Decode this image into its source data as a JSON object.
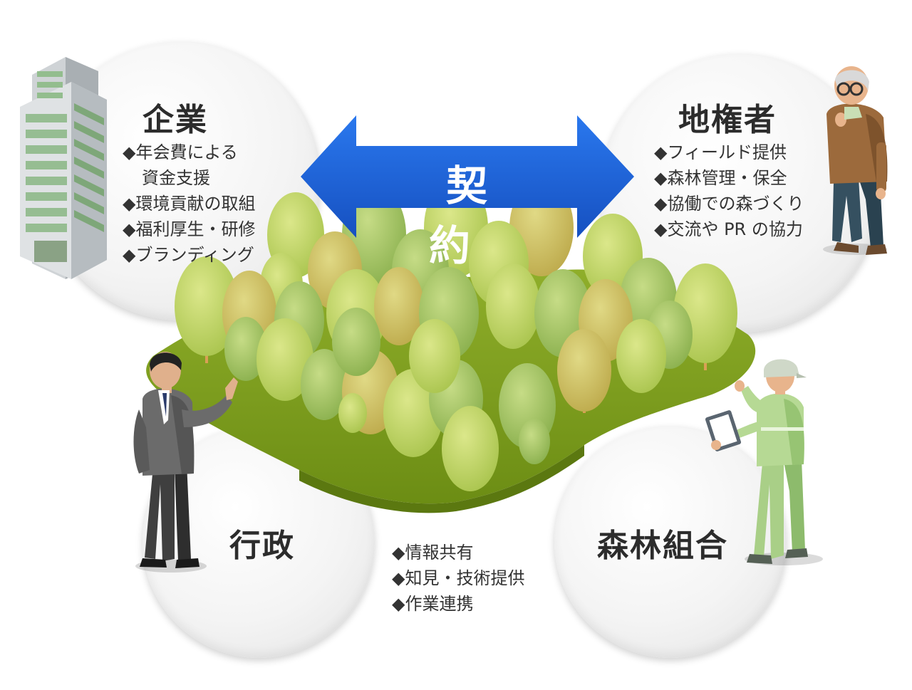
{
  "contract": {
    "label": "契　約"
  },
  "colors": {
    "arrow": "#1e63d8",
    "ground": "#7f9e1f",
    "tree_light": "#c9da6b",
    "tree_mid": "#a7c85a"
  },
  "parties": {
    "kigyo": {
      "title": "企業",
      "items": [
        "◆年会費による",
        "資金支援",
        "◆環境貢献の取組",
        "◆福利厚生・研修",
        "◆ブランディング"
      ]
    },
    "chiken": {
      "title": "地権者",
      "items": [
        "◆フィールド提供",
        "◆森林管理・保全",
        "◆協働での森づくり",
        "◆交流や PR の協力"
      ]
    },
    "gyosei": {
      "title": "行政"
    },
    "kumiai": {
      "title": "森林組合"
    }
  },
  "shared_items": [
    "◆情報共有",
    "◆知見・技術提供",
    "◆作業連携"
  ],
  "icons": [
    "office-building-icon",
    "elderly-man-icon",
    "businessman-icon",
    "forest-worker-icon",
    "forest-icon",
    "double-arrow-icon"
  ]
}
